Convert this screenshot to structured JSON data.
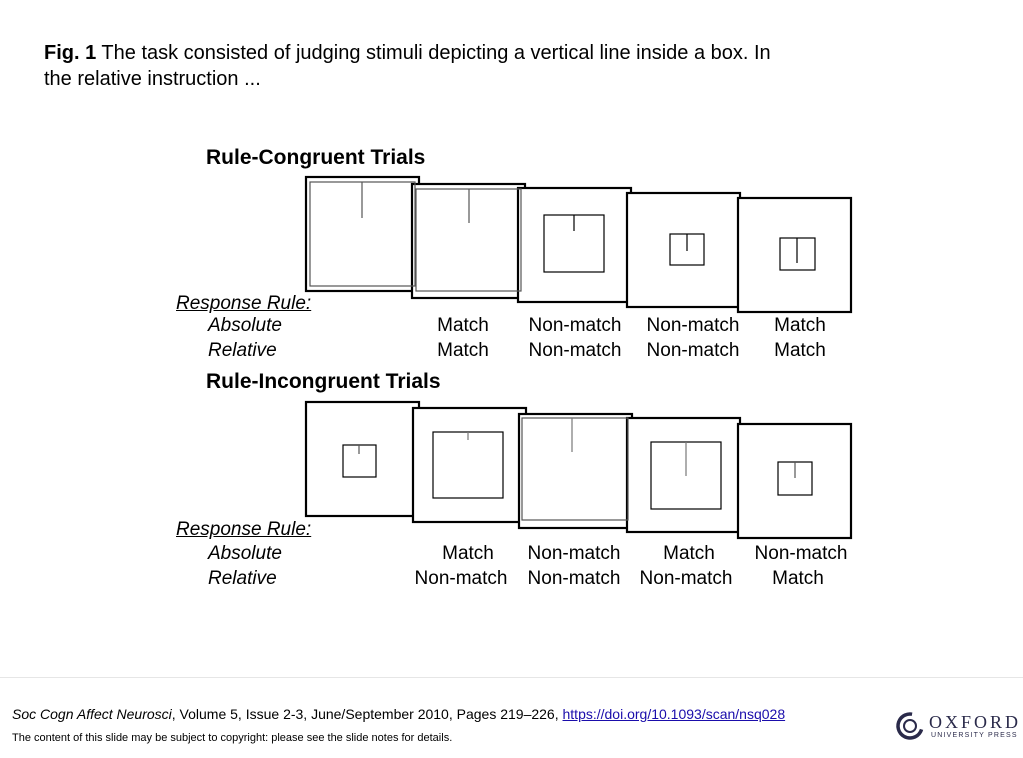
{
  "caption": {
    "label": "Fig. 1",
    "text": " The task consisted of judging stimuli depicting a vertical line inside a box. In the relative instruction ..."
  },
  "figure": {
    "congruent": {
      "title": "Rule-Congruent Trials",
      "response_rule": "Response Rule:",
      "absolute_label": "Absolute",
      "relative_label": "Relative",
      "absolute": [
        "",
        "Match",
        "Non-match",
        "Non-match",
        "Match"
      ],
      "relative": [
        "",
        "Match",
        "Non-match",
        "Non-match",
        "Match"
      ]
    },
    "incongruent": {
      "title": "Rule-Incongruent Trials",
      "response_rule": "Response Rule:",
      "absolute_label": "Absolute",
      "relative_label": "Relative",
      "absolute": [
        "",
        "Match",
        "Non-match",
        "Match",
        "Non-match"
      ],
      "relative": [
        "",
        "Non-match",
        "Non-match",
        "Non-match",
        "Match"
      ]
    }
  },
  "footer": {
    "journal": "Soc Cogn Affect Neurosci",
    "details": ", Volume 5, Issue 2-3, June/September 2010, Pages 219–226, ",
    "doi": "https://doi.org/10.1093/scan/nsq028",
    "notice": "The content of this slide may be subject to copyright: please see the slide notes for details.",
    "logo_word": "OXFORD",
    "logo_sub": "UNIVERSITY PRESS"
  }
}
